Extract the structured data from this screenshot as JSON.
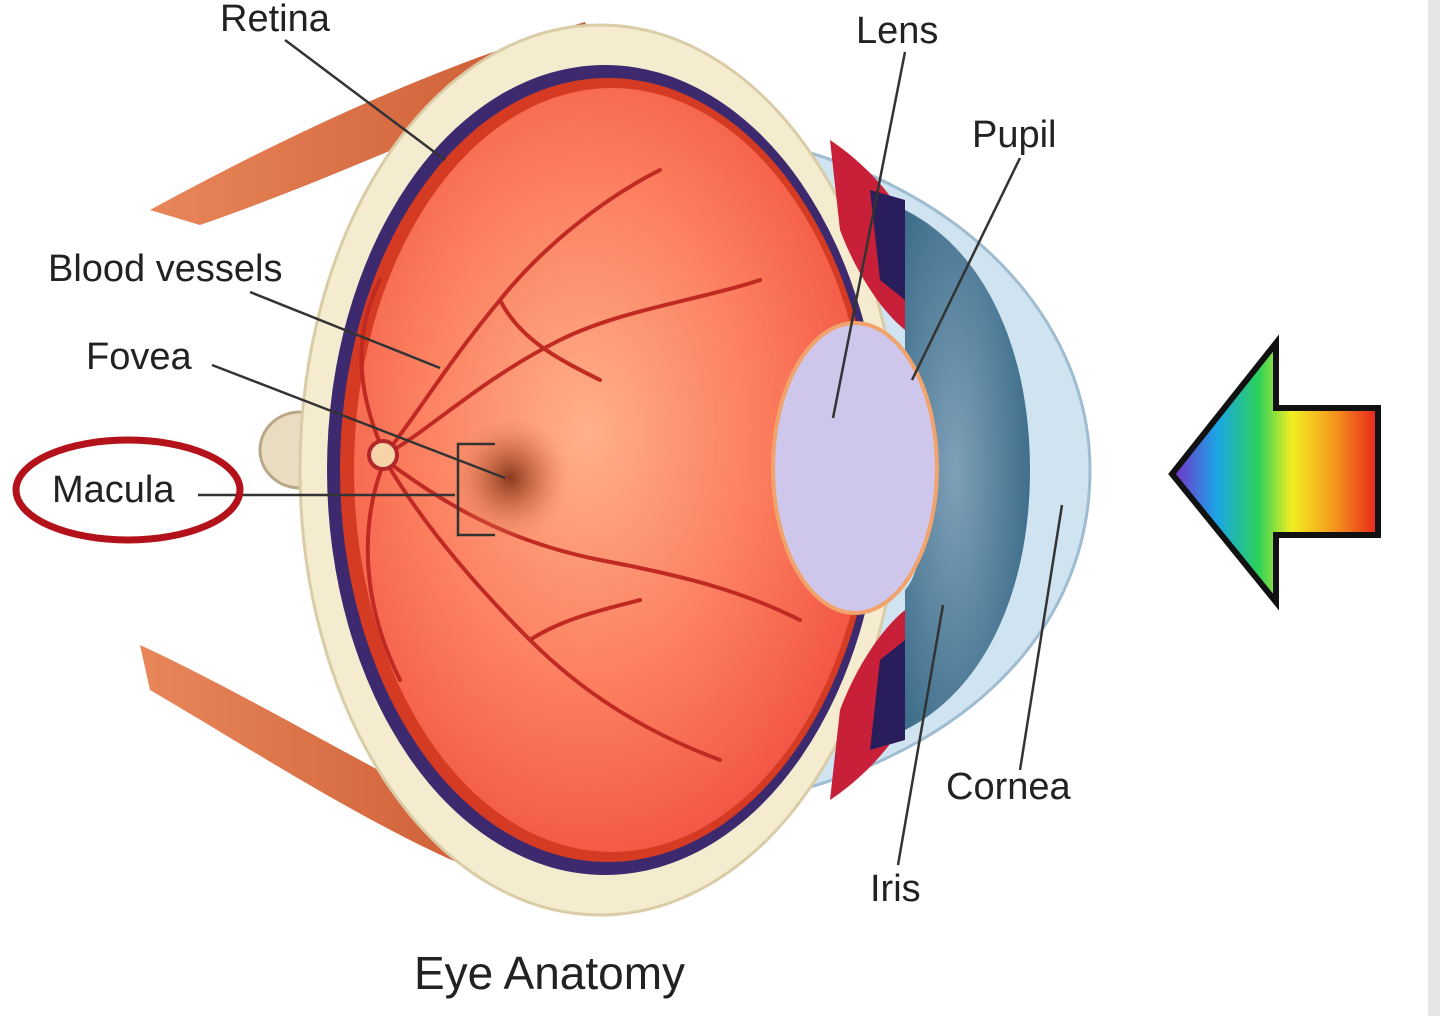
{
  "labels": {
    "retina": "Retina",
    "lens": "Lens",
    "pupil": "Pupil",
    "blood_vessels": "Blood vessels",
    "fovea": "Fovea",
    "macula": "Macula",
    "cornea": "Cornea",
    "iris": "Iris"
  },
  "caption": "Eye Anatomy",
  "highlight_color": "#b3121b",
  "arrow_gradient": [
    "#7a2bc7",
    "#1aa6e6",
    "#2bd15a",
    "#f2ef22",
    "#f59a1c",
    "#e8231c"
  ]
}
